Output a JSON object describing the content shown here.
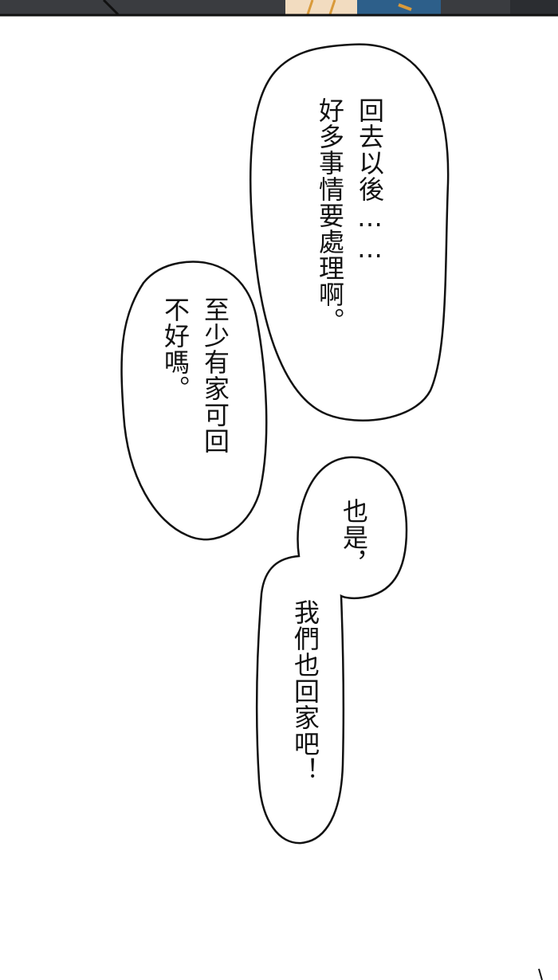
{
  "colors": {
    "background": "#ffffff",
    "ink": "#111111",
    "panel_dark": "#3a3c40",
    "skin": "#f2dcc0",
    "shirt_blue": "#2d5f8a",
    "shirt_orange": "#d99a3a"
  },
  "balloons": [
    {
      "lines": [
        "回去以後……",
        "好多事情要處理啊。"
      ]
    },
    {
      "lines": [
        "至少有家可回",
        "不好嗎。"
      ]
    },
    {
      "lines": [
        "也是，",
        "我們也回家吧！"
      ]
    }
  ]
}
